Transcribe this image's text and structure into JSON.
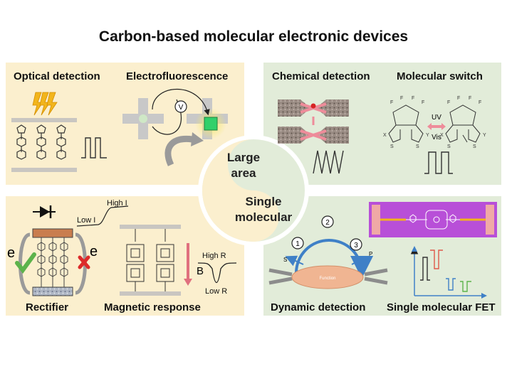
{
  "title": "Carbon-based molecular electronic devices",
  "colors": {
    "yellow_panel": "#fbefce",
    "green_panel": "#e2ecd9",
    "accent_pink": "#ee8c9a",
    "accent_blue": "#3f80c7",
    "check_green": "#5db34b",
    "cross_red": "#dc2a2a",
    "molecule_purple": "#b84fd8"
  },
  "center": {
    "top": [
      "Large",
      "area"
    ],
    "bottom": [
      "Single",
      "molecular"
    ]
  },
  "panels": {
    "top_left": {
      "left_label": "Optical detection",
      "right_label": "Electrofluorescence",
      "meter": "V"
    },
    "top_right": {
      "left_label": "Chemical detection",
      "right_label": "Molecular switch",
      "uv": "UV",
      "vis": "Vis"
    },
    "bottom_left": {
      "left_label": "Rectifier",
      "right_label": "Magnetic response",
      "low_i": "Low I",
      "high_i": "High I",
      "e_left": "e",
      "e_right": "e",
      "b_field": "B",
      "high_r": "High R",
      "low_r": "Low R"
    },
    "bottom_right": {
      "left_label": "Dynamic detection",
      "right_label": "Single molecular FET",
      "steps": [
        "1",
        "2",
        "3"
      ],
      "s": "S",
      "p": "P",
      "enzyme": "Function"
    }
  }
}
